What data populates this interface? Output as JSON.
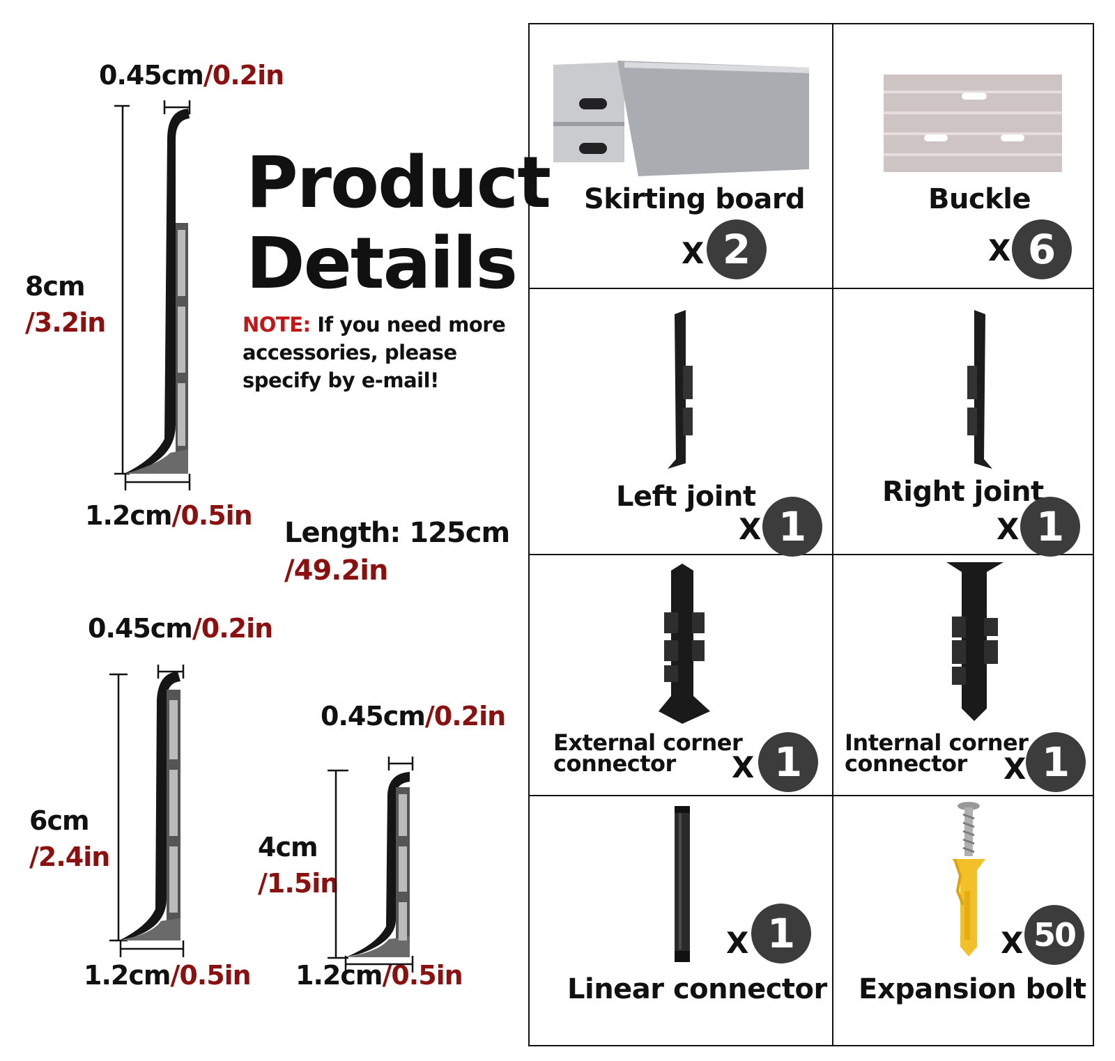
{
  "heading": {
    "line1": "Product",
    "line2": "Details"
  },
  "note": {
    "label": "NOTE:",
    "text": " If you need more accessories, please specify by e-mail!"
  },
  "length": {
    "value": "Length: 125cm",
    "inch": "/49.2in"
  },
  "profiles": [
    {
      "height_cm": "8cm",
      "height_in": "/3.2in",
      "top_cm": "0.45cm",
      "top_in": "/0.2in",
      "base_cm": "1.2cm",
      "base_in": "/0.5in"
    },
    {
      "height_cm": "6cm",
      "height_in": "/2.4in",
      "top_cm": "0.45cm",
      "top_in": "/0.2in",
      "base_cm": "1.2cm",
      "base_in": "/0.5in"
    },
    {
      "height_cm": "4cm",
      "height_in": "/1.5in",
      "top_cm": "0.45cm",
      "top_in": "/0.2in",
      "base_cm": "1.2cm",
      "base_in": "/0.5in"
    }
  ],
  "items": [
    {
      "name": "Skirting board",
      "x": "X",
      "qty": "2"
    },
    {
      "name": "Buckle",
      "x": "X",
      "qty": "6"
    },
    {
      "name": "Left joint",
      "x": "X",
      "qty": "1"
    },
    {
      "name": "Right joint",
      "x": "X",
      "qty": "1"
    },
    {
      "name_line1": "External corner",
      "name_line2": "connector",
      "x": "X",
      "qty": "1"
    },
    {
      "name_line1": "Internal corner",
      "name_line2": "connector",
      "x": "X",
      "qty": "1"
    },
    {
      "name": "Linear connector",
      "x": "X",
      "qty": "1"
    },
    {
      "name": "Expansion bolt",
      "x": "X",
      "qty": "50"
    }
  ],
  "colors": {
    "accent_red": "#8b1111",
    "note_red": "#c01818",
    "badge": "#3c3c3c"
  }
}
